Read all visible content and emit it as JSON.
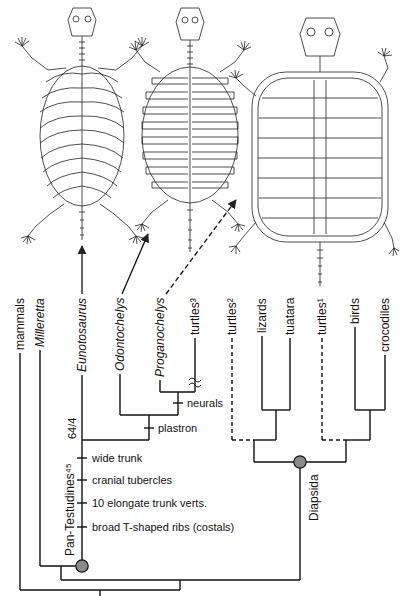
{
  "diagram": {
    "nodes": [
      {
        "text": [
          "Pan-Testudines⁴⁵"
        ]
      },
      {
        "text": [
          "Diapsida"
        ]
      }
    ],
    "labels": [
      "mammals",
      "Milleretta",
      "Eunotosaurus",
      "Odontochelys",
      "Proganochelys",
      "turtles³",
      "turtles²",
      "lizards",
      "tuatara",
      "turtles¹",
      "birds",
      "crocodiles",
      "neurals",
      "plastron",
      "64/4",
      "wide trunk",
      "cranial tubercles",
      "10 elongate trunk verts.",
      "broad T-shaped ribs (costals)"
    ]
  }
}
